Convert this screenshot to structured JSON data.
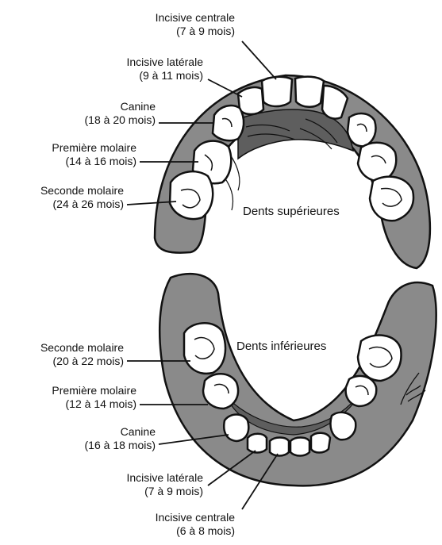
{
  "upper": {
    "title": "Dents supérieures",
    "teeth": [
      {
        "name": "Incisive centrale",
        "age": "(7 à 9 mois)"
      },
      {
        "name": "Incisive latérale",
        "age": "(9 à 11 mois)"
      },
      {
        "name": "Canine",
        "age": "(18 à 20 mois)"
      },
      {
        "name": "Première molaire",
        "age": "(14 à 16 mois)"
      },
      {
        "name": "Seconde molaire",
        "age": "(24 à 26 mois)"
      }
    ]
  },
  "lower": {
    "title": "Dents inférieures",
    "teeth": [
      {
        "name": "Seconde molaire",
        "age": "(20 à 22 mois)"
      },
      {
        "name": "Première molaire",
        "age": "(12 à 14 mois)"
      },
      {
        "name": "Canine",
        "age": "(16 à 18 mois)"
      },
      {
        "name": "Incisive latérale",
        "age": "(7 à 9 mois)"
      },
      {
        "name": "Incisive centrale",
        "age": "(6 à 8 mois)"
      }
    ]
  },
  "signature": "Dark",
  "colors": {
    "gum": "#8a8a8a",
    "gum_dark": "#5e5e5e",
    "tooth": "#ffffff",
    "ink": "#111111"
  }
}
